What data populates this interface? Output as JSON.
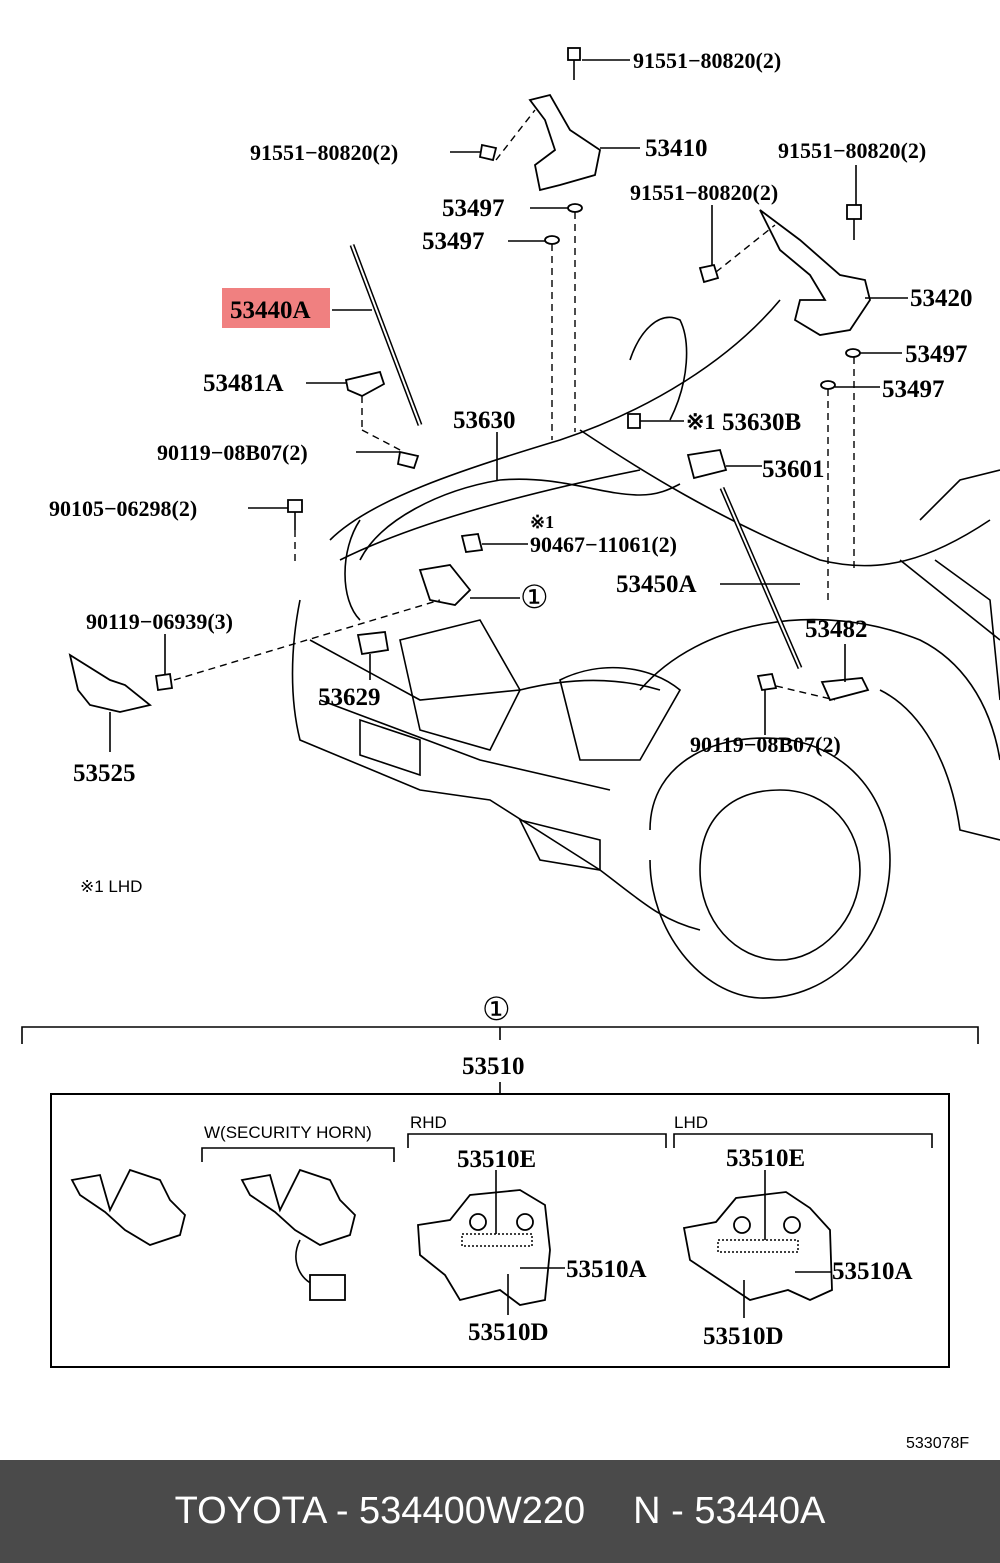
{
  "parts": {
    "p_91551_top": "91551−80820(2)",
    "p_91551_left": "91551−80820(2)",
    "p_91551_right_top": "91551−80820(2)",
    "p_91551_right_mid": "91551−80820(2)",
    "p_53410": "53410",
    "p_53497_a": "53497",
    "p_53497_b": "53497",
    "p_53497_c": "53497",
    "p_53497_d": "53497",
    "p_53420": "53420",
    "p_53440A": "53440A",
    "p_53481A": "53481A",
    "p_53630": "53630",
    "p_53630B": "53630B",
    "p_53630B_mark": "※1",
    "p_90119_08B07_left": "90119−08B07(2)",
    "p_53601": "53601",
    "p_90105": "90105−06298(2)",
    "p_90467_mark": "※1",
    "p_90467": "90467−11061(2)",
    "p_53450A": "53450A",
    "p_circle_ref": "①",
    "p_90119_06939": "90119−06939(3)",
    "p_53482": "53482",
    "p_53629": "53629",
    "p_90119_08B07_right": "90119−08B07(2)",
    "p_53525": "53525"
  },
  "note": "※1 LHD",
  "detail": {
    "circle_ref": "①",
    "assembly": "53510",
    "security_horn": "W(SECURITY HORN)",
    "rhd": "RHD",
    "lhd": "LHD",
    "rhd_e": "53510E",
    "rhd_a": "53510A",
    "rhd_d": "53510D",
    "lhd_e": "53510E",
    "lhd_a": "53510A",
    "lhd_d": "53510D"
  },
  "diagram_code": "533078F",
  "highlight_color": "#f08080",
  "footer": {
    "brand_part": "TOYOTA - 534400W220",
    "ref": "N - 53440A"
  }
}
